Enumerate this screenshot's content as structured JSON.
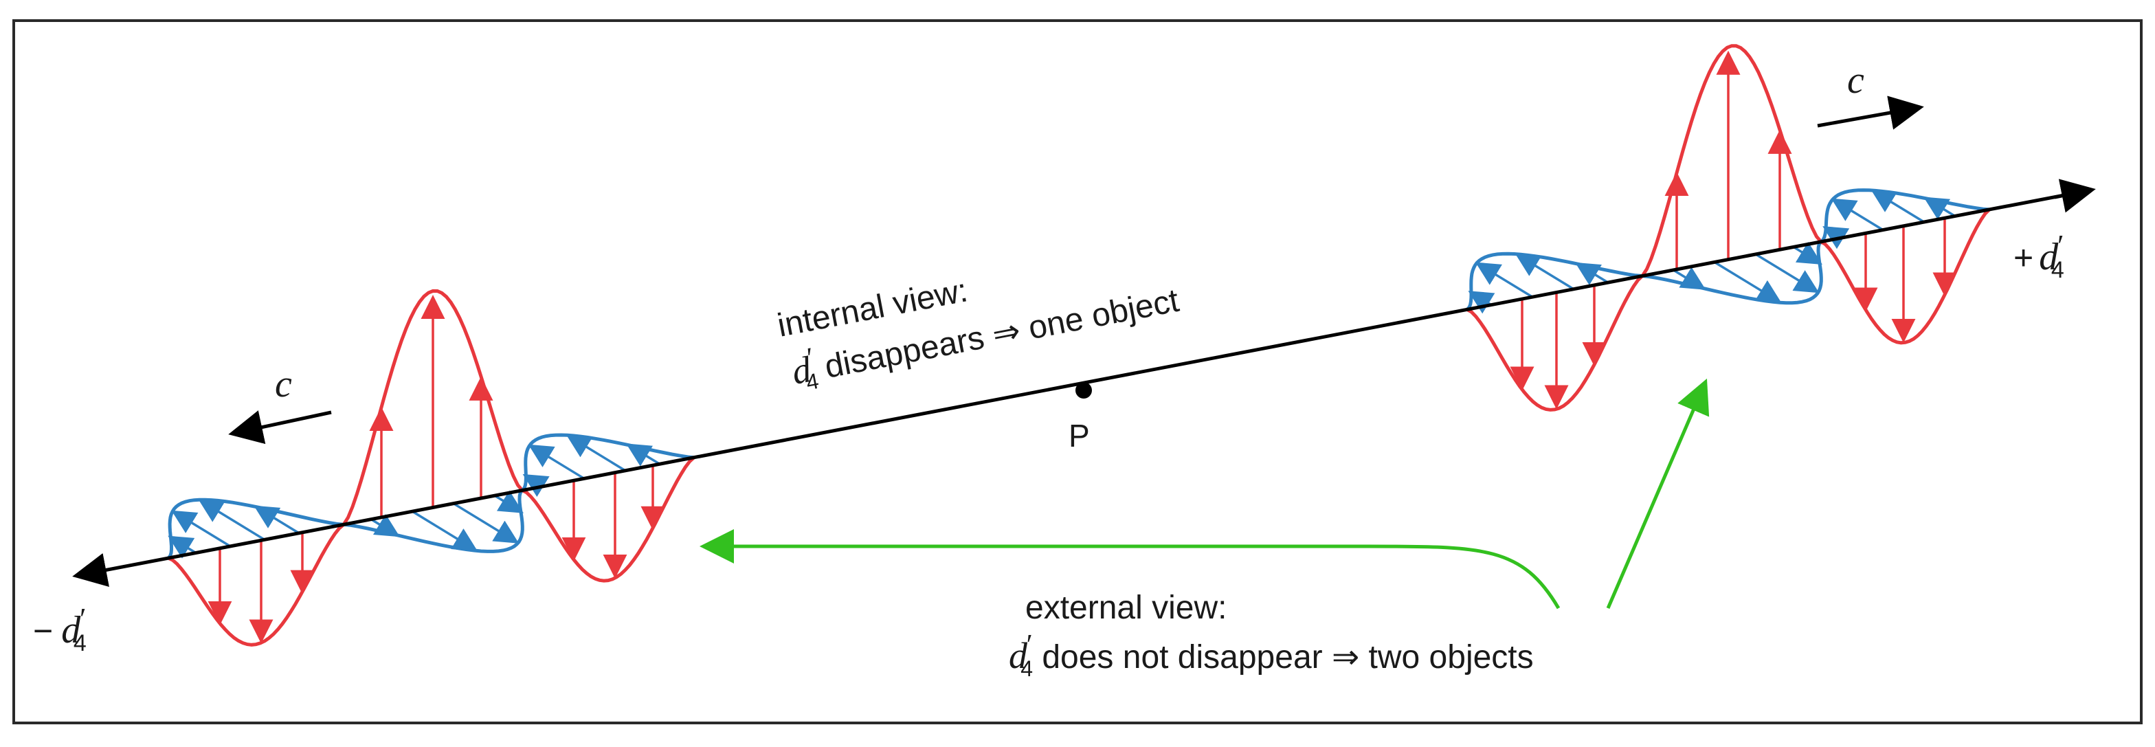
{
  "colors": {
    "axis": "#000000",
    "red_wave": "#e8383d",
    "blue_wave": "#2f82c4",
    "green_arrow": "#33c01f",
    "frame": "#2a2a2a"
  },
  "axis": {
    "neg_sign": "−",
    "pos_sign": "+",
    "var": "d",
    "sub": "4",
    "prime": "′"
  },
  "speed_label": "c",
  "point_label": "P",
  "internal_view": {
    "line1": "internal view:",
    "var": "d",
    "sub": "4",
    "prime": "′",
    "line2_rest": " disappears ⇒ one object"
  },
  "external_view": {
    "line1": "external view:",
    "var": "d",
    "sub": "4",
    "prime": "′",
    "line2_rest": " does not disappear ⇒ two objects"
  }
}
